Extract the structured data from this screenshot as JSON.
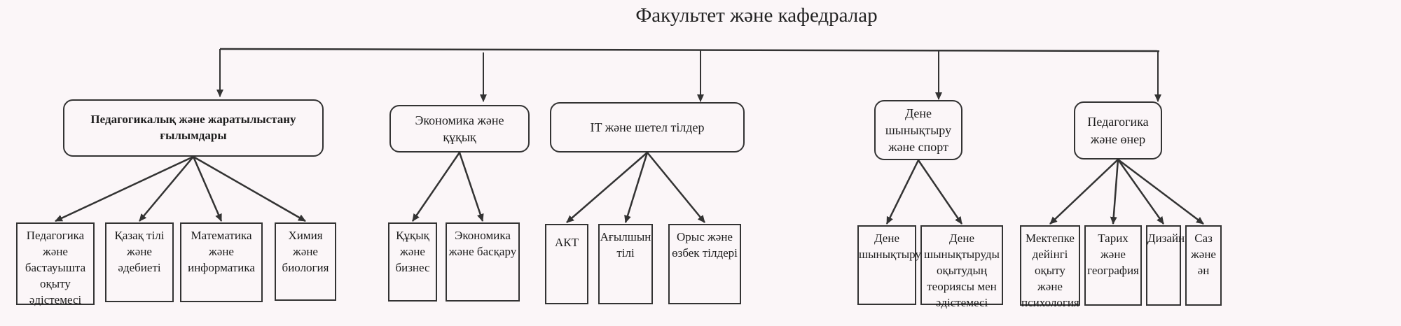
{
  "title": "Факультет және кафедралар",
  "colors": {
    "line": "#333333",
    "background": "#fbf6f8"
  },
  "faculties": [
    {
      "name": "Педагогикалық және жаратылыстану ғылымдары",
      "departments": [
        "Педагогика және бастауышта оқыту әдістемесі",
        "Қазақ тілі және әдебиеті",
        "Математика және информатика",
        "Химия және биология"
      ]
    },
    {
      "name": "Экономика және құқық",
      "departments": [
        "Құқық және бизнес",
        "Экономика және басқару"
      ]
    },
    {
      "name": "IT және шетел тілдер",
      "departments": [
        "АКТ",
        "Ағылшын тілі",
        "Орыс және өзбек тілдері"
      ]
    },
    {
      "name": "Дене шынықтыру және спорт",
      "departments": [
        "Дене шынықтыру",
        "Дене шынықтыруды оқытудың теориясы мен әдістемесі"
      ]
    },
    {
      "name": "Педагогика және өнер",
      "departments": [
        "Мектепке дейінгі оқыту және психология",
        "Тарих және география",
        "Дизайн",
        "Саз және ән"
      ]
    }
  ]
}
